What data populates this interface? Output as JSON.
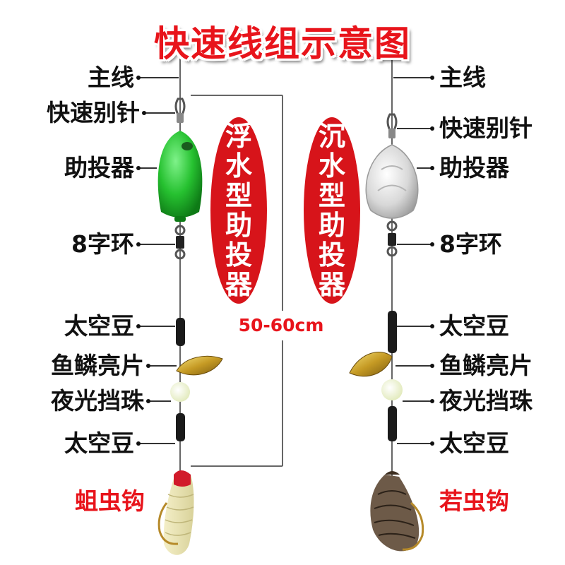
{
  "title": "快速线组示意图",
  "left_labels": [
    "主线",
    "快速别针",
    "助投器",
    "8字环",
    "太空豆",
    "鱼鳞亮片",
    "夜光挡珠",
    "太空豆",
    "蛆虫钩"
  ],
  "right_labels": [
    "主线",
    "快速别针",
    "助投器",
    "8字环",
    "太空豆",
    "鱼鳞亮片",
    "夜光挡珠",
    "太空豆",
    "若虫钩"
  ],
  "float_type": "浮水型助投器",
  "sink_type": "沉水型助投器",
  "length": "50-60cm",
  "colors": {
    "title": "#e8141b",
    "oval": "#d7141a",
    "float": "#2fc43a",
    "hook_label": "#e8141b"
  }
}
